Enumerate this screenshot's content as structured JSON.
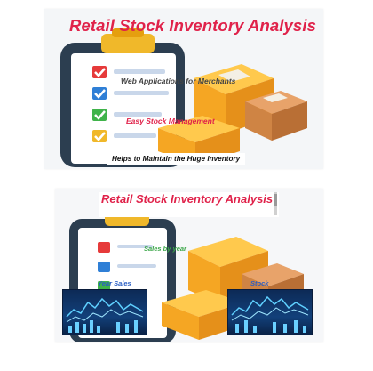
{
  "top_card": {
    "title": "Retail Stock Inventory Analysis",
    "caption_web": "Web Applications for Merchants",
    "caption_easy": "Easy Stock Management",
    "caption_helps": "Helps to Maintain the Huge Inventory"
  },
  "bottom_card": {
    "title": "Retail Stock Inventory Analysis",
    "label_sales_by_year": "Sales by year",
    "label_year_sales": "Year Sales",
    "label_stock": "Stock"
  },
  "colors": {
    "title_red": "#e0224a",
    "checkmark_red": "#e63a3a",
    "checkmark_blue": "#2f7fd6",
    "checkmark_green": "#3fb34a",
    "checkmark_yellow": "#f0b82a",
    "box_orange": "#f5a623",
    "clipboard_navy": "#2c3e50"
  },
  "icons": [
    "clipboard-checklist-icon",
    "cardboard-box-icon",
    "dashboard-thumbnail-icon"
  ]
}
